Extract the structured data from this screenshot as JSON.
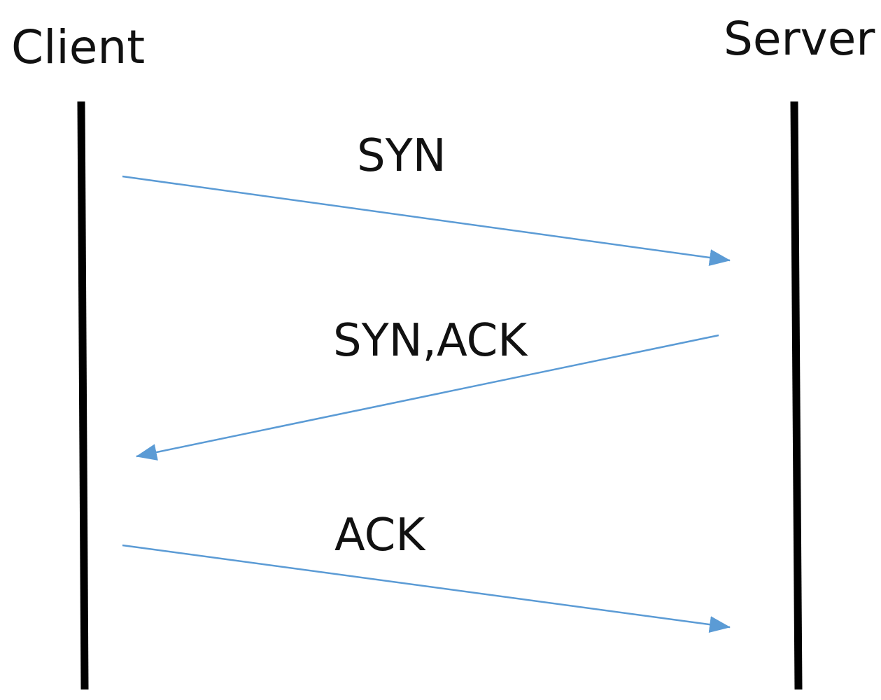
{
  "diagram": {
    "actors": {
      "client": "Client",
      "server": "Server"
    },
    "messages": [
      {
        "label": "SYN",
        "direction": "client-to-server"
      },
      {
        "label": "SYN,ACK",
        "direction": "server-to-client"
      },
      {
        "label": "ACK",
        "direction": "client-to-server"
      }
    ],
    "colors": {
      "lifeline": "#000000",
      "arrow": "#5b9bd5",
      "text": "#111111"
    }
  }
}
